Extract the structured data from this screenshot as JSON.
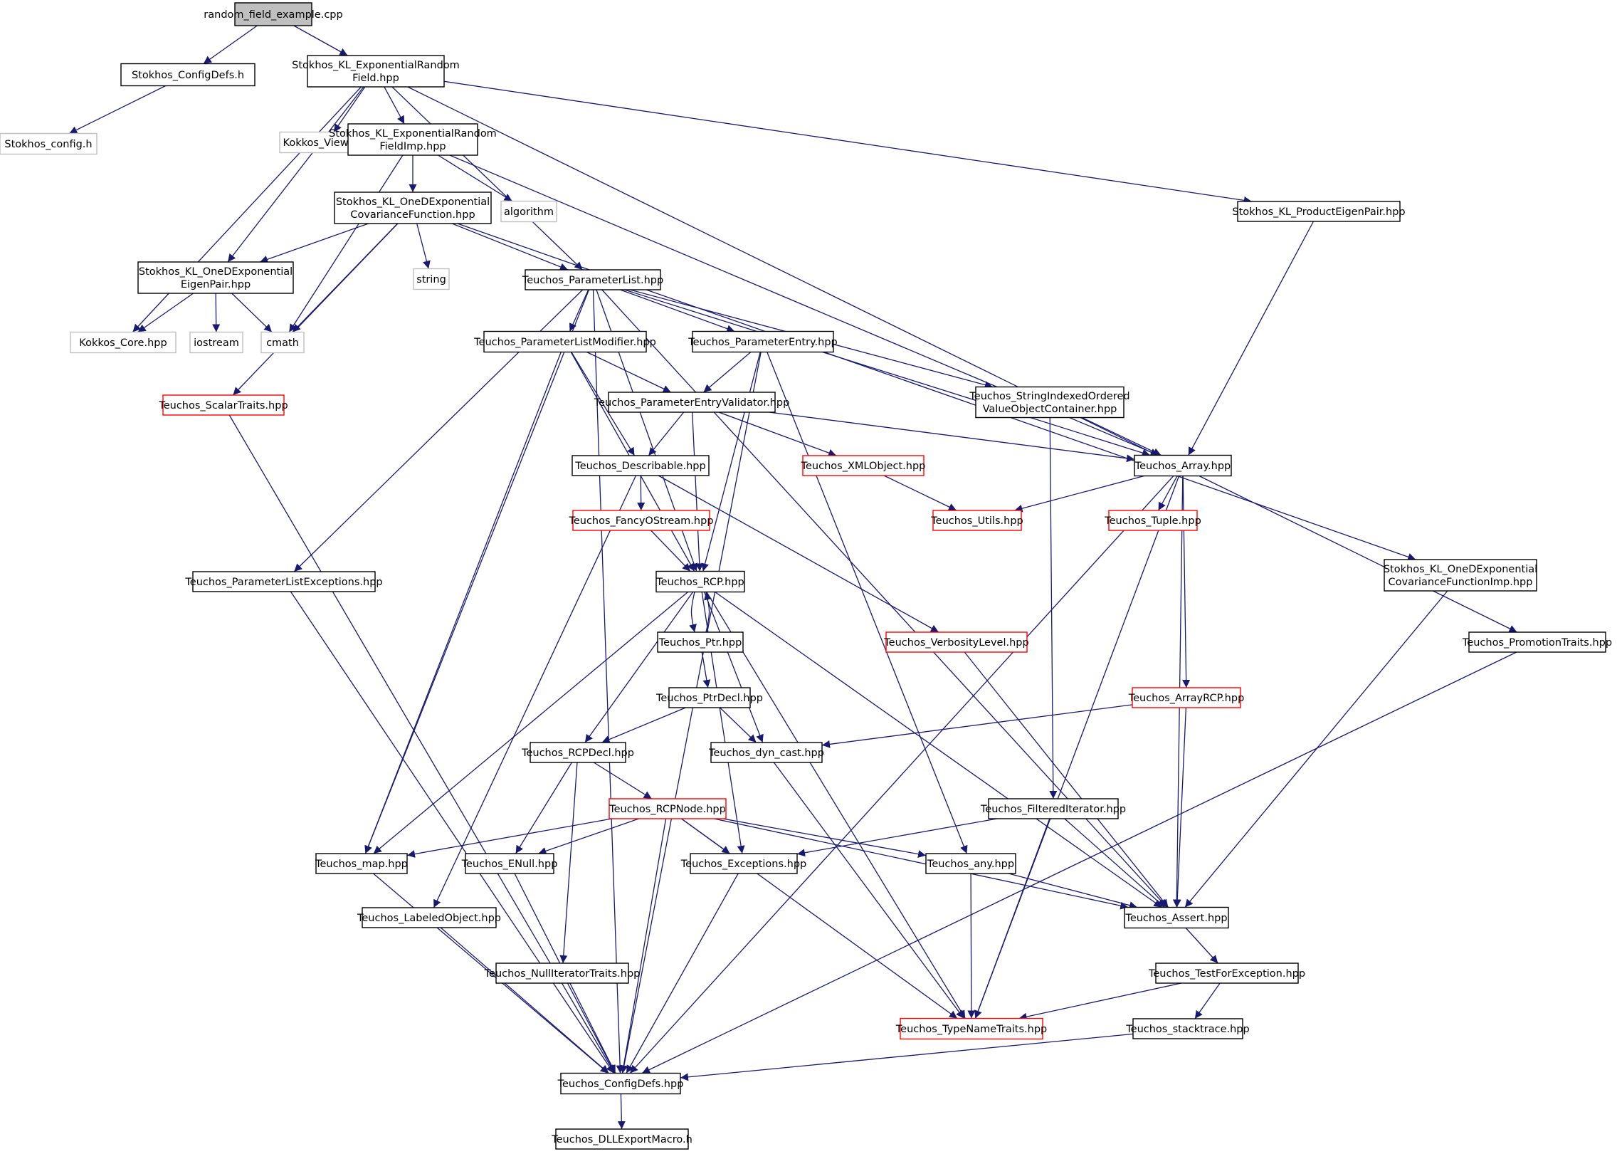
{
  "colors": {
    "edge": "#191970",
    "border_default": "#000000",
    "border_incomplete": "#ff0000",
    "border_external": "#bfbfbf",
    "fill_root": "#bfbfbf",
    "fill_default": "#ffffff",
    "text": "#000000"
  },
  "nodes": [
    {
      "id": "root",
      "lines": [
        "random_field_example.cpp"
      ],
      "kind": "root"
    },
    {
      "id": "cfgdefs",
      "lines": [
        "Stokhos_ConfigDefs.h"
      ],
      "kind": "default"
    },
    {
      "id": "klexp",
      "lines": [
        "Stokhos_KL_ExponentialRandom",
        "Field.hpp"
      ],
      "kind": "default"
    },
    {
      "id": "stconfig",
      "lines": [
        "Stokhos_config.h"
      ],
      "kind": "external"
    },
    {
      "id": "kview",
      "lines": [
        "Kokkos_View.hpp"
      ],
      "kind": "external"
    },
    {
      "id": "klexpimp",
      "lines": [
        "Stokhos_KL_ExponentialRandom",
        "FieldImp.hpp"
      ],
      "kind": "default"
    },
    {
      "id": "algorithm",
      "lines": [
        "algorithm"
      ],
      "kind": "external"
    },
    {
      "id": "oned",
      "lines": [
        "Stokhos_KL_OneDExponential",
        "CovarianceFunction.hpp"
      ],
      "kind": "default"
    },
    {
      "id": "prodeig",
      "lines": [
        "Stokhos_KL_ProductEigenPair.hpp"
      ],
      "kind": "default"
    },
    {
      "id": "onedeig",
      "lines": [
        "Stokhos_KL_OneDExponential",
        "EigenPair.hpp"
      ],
      "kind": "default"
    },
    {
      "id": "string",
      "lines": [
        "string"
      ],
      "kind": "external"
    },
    {
      "id": "plist",
      "lines": [
        "Teuchos_ParameterList.hpp"
      ],
      "kind": "default"
    },
    {
      "id": "kcore",
      "lines": [
        "Kokkos_Core.hpp"
      ],
      "kind": "external"
    },
    {
      "id": "iostream",
      "lines": [
        "iostream"
      ],
      "kind": "external"
    },
    {
      "id": "cmath",
      "lines": [
        "cmath"
      ],
      "kind": "external"
    },
    {
      "id": "plmod",
      "lines": [
        "Teuchos_ParameterListModifier.hpp"
      ],
      "kind": "default"
    },
    {
      "id": "pentry",
      "lines": [
        "Teuchos_ParameterEntry.hpp"
      ],
      "kind": "default"
    },
    {
      "id": "scalar",
      "lines": [
        "Teuchos_ScalarTraits.hpp"
      ],
      "kind": "incomplete"
    },
    {
      "id": "pev",
      "lines": [
        "Teuchos_ParameterEntryValidator.hpp"
      ],
      "kind": "default"
    },
    {
      "id": "sioc",
      "lines": [
        "Teuchos_StringIndexedOrdered",
        "ValueObjectContainer.hpp"
      ],
      "kind": "default"
    },
    {
      "id": "describ",
      "lines": [
        "Teuchos_Describable.hpp"
      ],
      "kind": "default"
    },
    {
      "id": "xml",
      "lines": [
        "Teuchos_XMLObject.hpp"
      ],
      "kind": "incomplete"
    },
    {
      "id": "array",
      "lines": [
        "Teuchos_Array.hpp"
      ],
      "kind": "default"
    },
    {
      "id": "fancy",
      "lines": [
        "Teuchos_FancyOStream.hpp"
      ],
      "kind": "incomplete"
    },
    {
      "id": "utils",
      "lines": [
        "Teuchos_Utils.hpp"
      ],
      "kind": "incomplete"
    },
    {
      "id": "tuple",
      "lines": [
        "Teuchos_Tuple.hpp"
      ],
      "kind": "incomplete"
    },
    {
      "id": "plexc",
      "lines": [
        "Teuchos_ParameterListExceptions.hpp"
      ],
      "kind": "default"
    },
    {
      "id": "rcp",
      "lines": [
        "Teuchos_RCP.hpp"
      ],
      "kind": "default"
    },
    {
      "id": "onedimp",
      "lines": [
        "Stokhos_KL_OneDExponential",
        "CovarianceFunctionImp.hpp"
      ],
      "kind": "default"
    },
    {
      "id": "ptr",
      "lines": [
        "Teuchos_Ptr.hpp"
      ],
      "kind": "default"
    },
    {
      "id": "verb",
      "lines": [
        "Teuchos_VerbosityLevel.hpp"
      ],
      "kind": "incomplete"
    },
    {
      "id": "promo",
      "lines": [
        "Teuchos_PromotionTraits.hpp"
      ],
      "kind": "default"
    },
    {
      "id": "ptrdecl",
      "lines": [
        "Teuchos_PtrDecl.hpp"
      ],
      "kind": "default"
    },
    {
      "id": "arcp",
      "lines": [
        "Teuchos_ArrayRCP.hpp"
      ],
      "kind": "incomplete"
    },
    {
      "id": "rcpdecl",
      "lines": [
        "Teuchos_RCPDecl.hpp"
      ],
      "kind": "default"
    },
    {
      "id": "dyncast",
      "lines": [
        "Teuchos_dyn_cast.hpp"
      ],
      "kind": "default"
    },
    {
      "id": "rcpnode",
      "lines": [
        "Teuchos_RCPNode.hpp"
      ],
      "kind": "incomplete"
    },
    {
      "id": "filt",
      "lines": [
        "Teuchos_FilteredIterator.hpp"
      ],
      "kind": "default"
    },
    {
      "id": "tmap",
      "lines": [
        "Teuchos_map.hpp"
      ],
      "kind": "default"
    },
    {
      "id": "enull",
      "lines": [
        "Teuchos_ENull.hpp"
      ],
      "kind": "default"
    },
    {
      "id": "exc",
      "lines": [
        "Teuchos_Exceptions.hpp"
      ],
      "kind": "default"
    },
    {
      "id": "any",
      "lines": [
        "Teuchos_any.hpp"
      ],
      "kind": "default"
    },
    {
      "id": "assert",
      "lines": [
        "Teuchos_Assert.hpp"
      ],
      "kind": "default"
    },
    {
      "id": "labeled",
      "lines": [
        "Teuchos_LabeledObject.hpp"
      ],
      "kind": "default"
    },
    {
      "id": "nulliter",
      "lines": [
        "Teuchos_NullIteratorTraits.hpp"
      ],
      "kind": "default"
    },
    {
      "id": "tfe",
      "lines": [
        "Teuchos_TestForException.hpp"
      ],
      "kind": "default"
    },
    {
      "id": "stack",
      "lines": [
        "Teuchos_stacktrace.hpp"
      ],
      "kind": "default"
    },
    {
      "id": "typename",
      "lines": [
        "Teuchos_TypeNameTraits.hpp"
      ],
      "kind": "incomplete"
    },
    {
      "id": "tconfig",
      "lines": [
        "Teuchos_ConfigDefs.hpp"
      ],
      "kind": "default"
    },
    {
      "id": "dll",
      "lines": [
        "Teuchos_DLLExportMacro.h"
      ],
      "kind": "default"
    }
  ],
  "edges": [
    [
      "root",
      "cfgdefs"
    ],
    [
      "root",
      "klexp"
    ],
    [
      "cfgdefs",
      "stconfig"
    ],
    [
      "klexp",
      "kview"
    ],
    [
      "klexp",
      "klexpimp"
    ],
    [
      "klexp",
      "kcore"
    ],
    [
      "klexp",
      "onedeig"
    ],
    [
      "klexp",
      "plist"
    ],
    [
      "klexp",
      "prodeig"
    ],
    [
      "klexp",
      "promo"
    ],
    [
      "klexpimp",
      "oned"
    ],
    [
      "klexpimp",
      "algorithm"
    ],
    [
      "klexpimp",
      "cmath"
    ],
    [
      "klexpimp",
      "array"
    ],
    [
      "oned",
      "onedeig"
    ],
    [
      "oned",
      "string"
    ],
    [
      "oned",
      "plist"
    ],
    [
      "oned",
      "cmath"
    ],
    [
      "oned",
      "scalar"
    ],
    [
      "oned",
      "onedimp"
    ],
    [
      "onedeig",
      "kcore"
    ],
    [
      "onedeig",
      "iostream"
    ],
    [
      "onedeig",
      "cmath"
    ],
    [
      "prodeig",
      "array"
    ],
    [
      "plist",
      "plmod"
    ],
    [
      "plist",
      "pentry"
    ],
    [
      "plist",
      "sioc"
    ],
    [
      "plist",
      "array"
    ],
    [
      "plist",
      "plexc"
    ],
    [
      "plist",
      "tmap"
    ],
    [
      "plist",
      "rcp"
    ],
    [
      "plist",
      "assert"
    ],
    [
      "plist",
      "tconfig"
    ],
    [
      "plmod",
      "pev"
    ],
    [
      "plmod",
      "describ"
    ],
    [
      "plmod",
      "rcp"
    ],
    [
      "plmod",
      "tmap"
    ],
    [
      "pentry",
      "pev"
    ],
    [
      "pentry",
      "rcp"
    ],
    [
      "pentry",
      "any"
    ],
    [
      "pentry",
      "tconfig"
    ],
    [
      "pev",
      "describ"
    ],
    [
      "pev",
      "xml"
    ],
    [
      "pev",
      "array"
    ],
    [
      "pev",
      "rcp"
    ],
    [
      "sioc",
      "array"
    ],
    [
      "sioc",
      "filt"
    ],
    [
      "describ",
      "fancy"
    ],
    [
      "describ",
      "verb"
    ],
    [
      "describ",
      "labeled"
    ],
    [
      "xml",
      "utils"
    ],
    [
      "array",
      "utils"
    ],
    [
      "array",
      "tuple"
    ],
    [
      "array",
      "arcp"
    ],
    [
      "array",
      "assert"
    ],
    [
      "array",
      "typename"
    ],
    [
      "array",
      "tconfig"
    ],
    [
      "fancy",
      "rcp"
    ],
    [
      "plexc",
      "tconfig"
    ],
    [
      "rcp",
      "ptr"
    ],
    [
      "rcp",
      "dyncast"
    ],
    [
      "rcp",
      "rcpdecl"
    ],
    [
      "rcp",
      "exc"
    ],
    [
      "rcp",
      "tmap"
    ],
    [
      "rcp",
      "assert"
    ],
    [
      "rcp",
      "typename"
    ],
    [
      "ptr",
      "rcp"
    ],
    [
      "ptr",
      "ptrdecl"
    ],
    [
      "ptrdecl",
      "rcpdecl"
    ],
    [
      "ptrdecl",
      "dyncast"
    ],
    [
      "rcpdecl",
      "rcpnode"
    ],
    [
      "rcpdecl",
      "enull"
    ],
    [
      "rcpdecl",
      "nulliter"
    ],
    [
      "rcpnode",
      "tmap"
    ],
    [
      "rcpnode",
      "enull"
    ],
    [
      "rcpnode",
      "exc"
    ],
    [
      "rcpnode",
      "any"
    ],
    [
      "rcpnode",
      "assert"
    ],
    [
      "rcpnode",
      "typename"
    ],
    [
      "rcpnode",
      "tconfig"
    ],
    [
      "arcp",
      "dyncast"
    ],
    [
      "arcp",
      "assert"
    ],
    [
      "dyncast",
      "typename"
    ],
    [
      "verb",
      "assert"
    ],
    [
      "filt",
      "exc"
    ],
    [
      "filt",
      "assert"
    ],
    [
      "filt",
      "typename"
    ],
    [
      "onedimp",
      "assert"
    ],
    [
      "promo",
      "tconfig"
    ],
    [
      "tmap",
      "tconfig"
    ],
    [
      "enull",
      "tconfig"
    ],
    [
      "exc",
      "tconfig"
    ],
    [
      "any",
      "assert"
    ],
    [
      "any",
      "typename"
    ],
    [
      "labeled",
      "tconfig"
    ],
    [
      "nulliter",
      "tconfig"
    ],
    [
      "assert",
      "tfe"
    ],
    [
      "tfe",
      "stack"
    ],
    [
      "tfe",
      "typename"
    ],
    [
      "stack",
      "tconfig"
    ],
    [
      "scalar",
      "tconfig"
    ],
    [
      "tconfig",
      "dll"
    ]
  ]
}
